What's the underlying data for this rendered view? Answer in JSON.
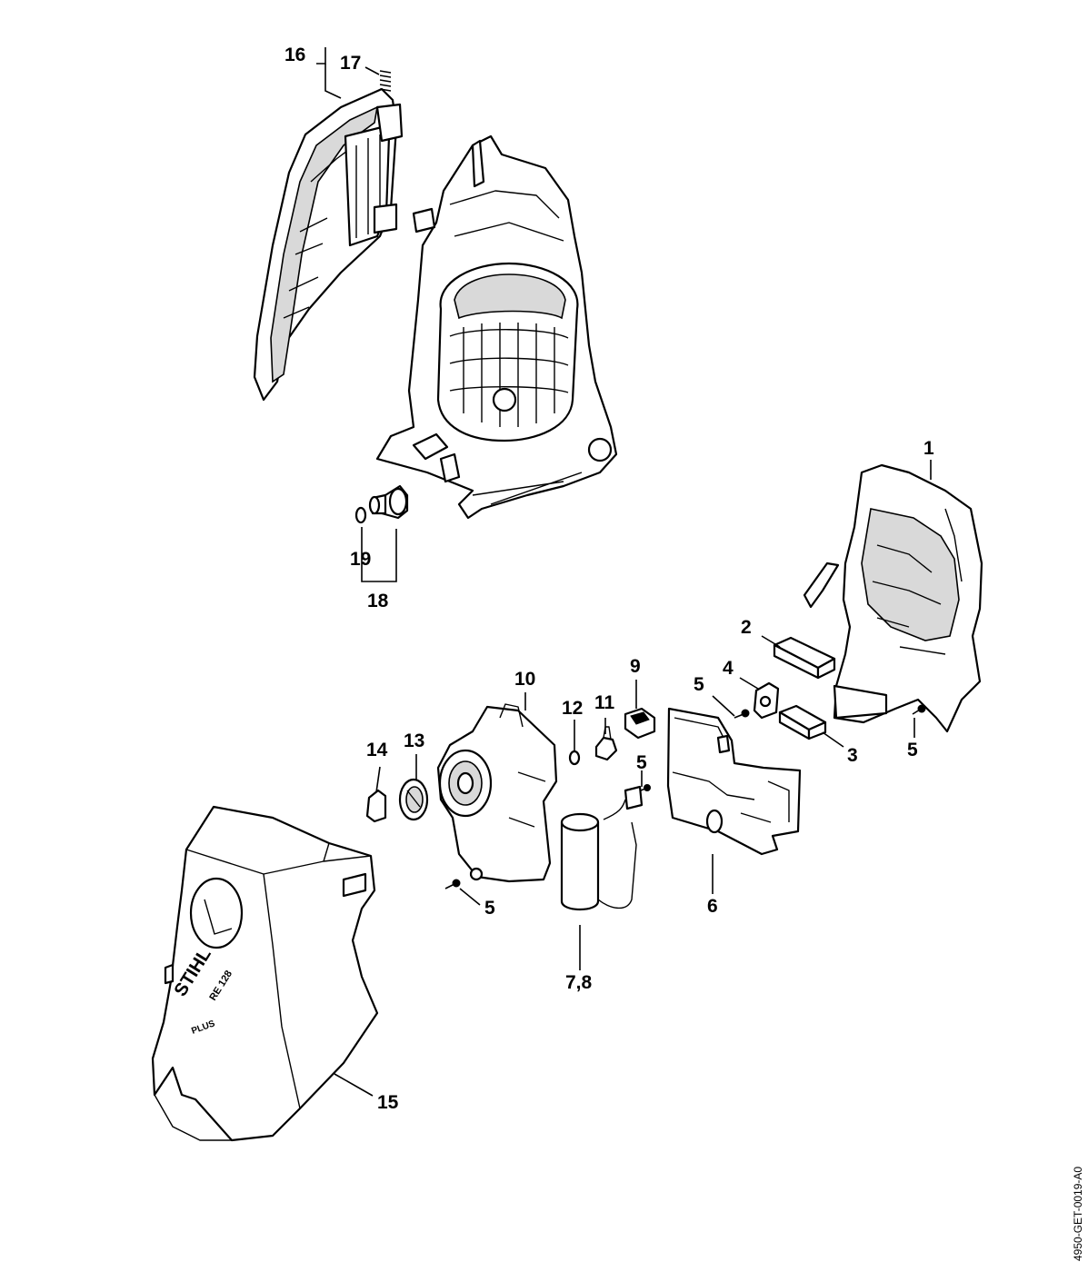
{
  "labels": {
    "p1": "1",
    "p2": "2",
    "p3": "3",
    "p4": "4",
    "p5a": "5",
    "p5b": "5",
    "p5c": "5",
    "p5d": "5",
    "p6": "6",
    "p78": "7,8",
    "p9": "9",
    "p10": "10",
    "p11": "11",
    "p12": "12",
    "p13": "13",
    "p14": "14",
    "p15": "15",
    "p16": "16",
    "p17": "17",
    "p18": "18",
    "p19": "19"
  },
  "housing_logo": {
    "brand": "STIHL",
    "model": "RE 128",
    "variant": "PLUS"
  },
  "drawing_code": "4950-GET-0019-A0"
}
